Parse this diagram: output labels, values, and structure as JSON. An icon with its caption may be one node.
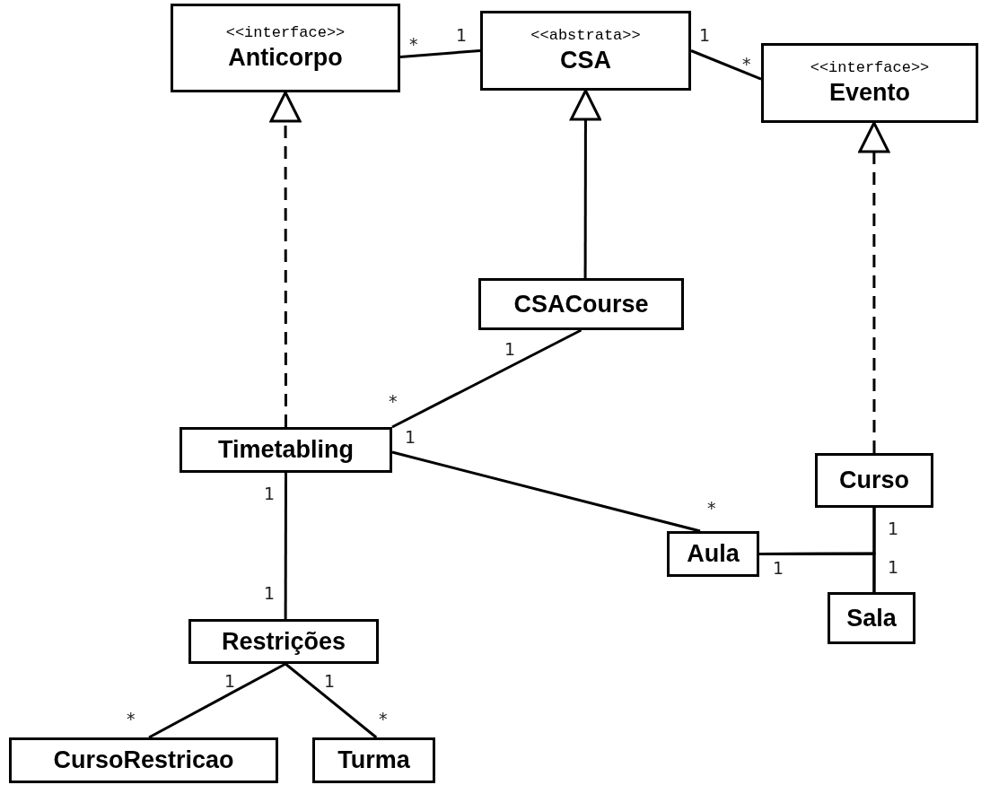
{
  "diagram": {
    "nodes": [
      {
        "text": [
          "<<interface>>",
          "Anticorpo"
        ]
      },
      {
        "text": [
          "<<abstrata>>",
          "CSA"
        ]
      },
      {
        "text": [
          "<<interface>>",
          "Evento"
        ]
      },
      {
        "text": [
          "CSACourse"
        ]
      },
      {
        "text": [
          "Timetabling"
        ]
      },
      {
        "text": [
          "Curso"
        ]
      },
      {
        "text": [
          "Aula"
        ]
      },
      {
        "text": [
          "Sala"
        ]
      },
      {
        "text": [
          "Restrições"
        ]
      },
      {
        "text": [
          "CursoRestricao"
        ]
      },
      {
        "text": [
          "Turma"
        ]
      }
    ],
    "edges": [
      {
        "from": 0,
        "to": 1,
        "arrow": "none"
      },
      {
        "from": 1,
        "to": 2,
        "arrow": "none"
      },
      {
        "from": 4,
        "to": 0,
        "arrow": "to",
        "style": "dashed"
      },
      {
        "from": 3,
        "to": 1,
        "arrow": "to"
      },
      {
        "from": 5,
        "to": 2,
        "arrow": "to",
        "style": "dashed"
      },
      {
        "from": 3,
        "to": 4,
        "arrow": "none"
      },
      {
        "from": 4,
        "to": 6,
        "arrow": "none"
      },
      {
        "from": 4,
        "to": 8,
        "arrow": "none"
      },
      {
        "from": 5,
        "to": 7,
        "arrow": "none"
      },
      {
        "from": 6,
        "to": 5,
        "arrow": "none"
      },
      {
        "from": 6,
        "to": 7,
        "arrow": "none"
      },
      {
        "from": 8,
        "to": 9,
        "arrow": "none"
      },
      {
        "from": 8,
        "to": 10,
        "arrow": "none"
      }
    ],
    "labels": [
      "1",
      "1",
      "*",
      "1",
      "*",
      "1",
      "*",
      "1",
      "*",
      "1",
      "1",
      "1",
      "1",
      "1",
      "1",
      "*",
      "*"
    ]
  }
}
